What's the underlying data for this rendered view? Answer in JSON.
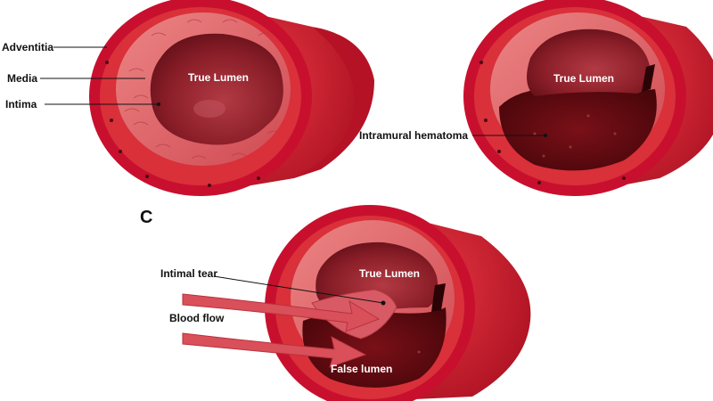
{
  "panel_a": {
    "labels": {
      "adventitia": "Adventitia",
      "media": "Media",
      "intima": "Intima",
      "lumen": "True Lumen"
    }
  },
  "panel_b": {
    "labels": {
      "lumen": "True Lumen",
      "hematoma": "Intramural hematoma"
    }
  },
  "panel_c": {
    "letter": "C",
    "labels": {
      "tear": "Intimal tear",
      "flow": "Blood flow",
      "lumen": "True Lumen",
      "false_lumen": "False lumen"
    }
  },
  "colors": {
    "vessel_outer": "#c8102e",
    "adventitia": "#d9303a",
    "media": "#e06b6b",
    "lumen_dark": "#8c1c24",
    "hematoma": "#5a0a0f",
    "arrow": "#d9505a"
  }
}
